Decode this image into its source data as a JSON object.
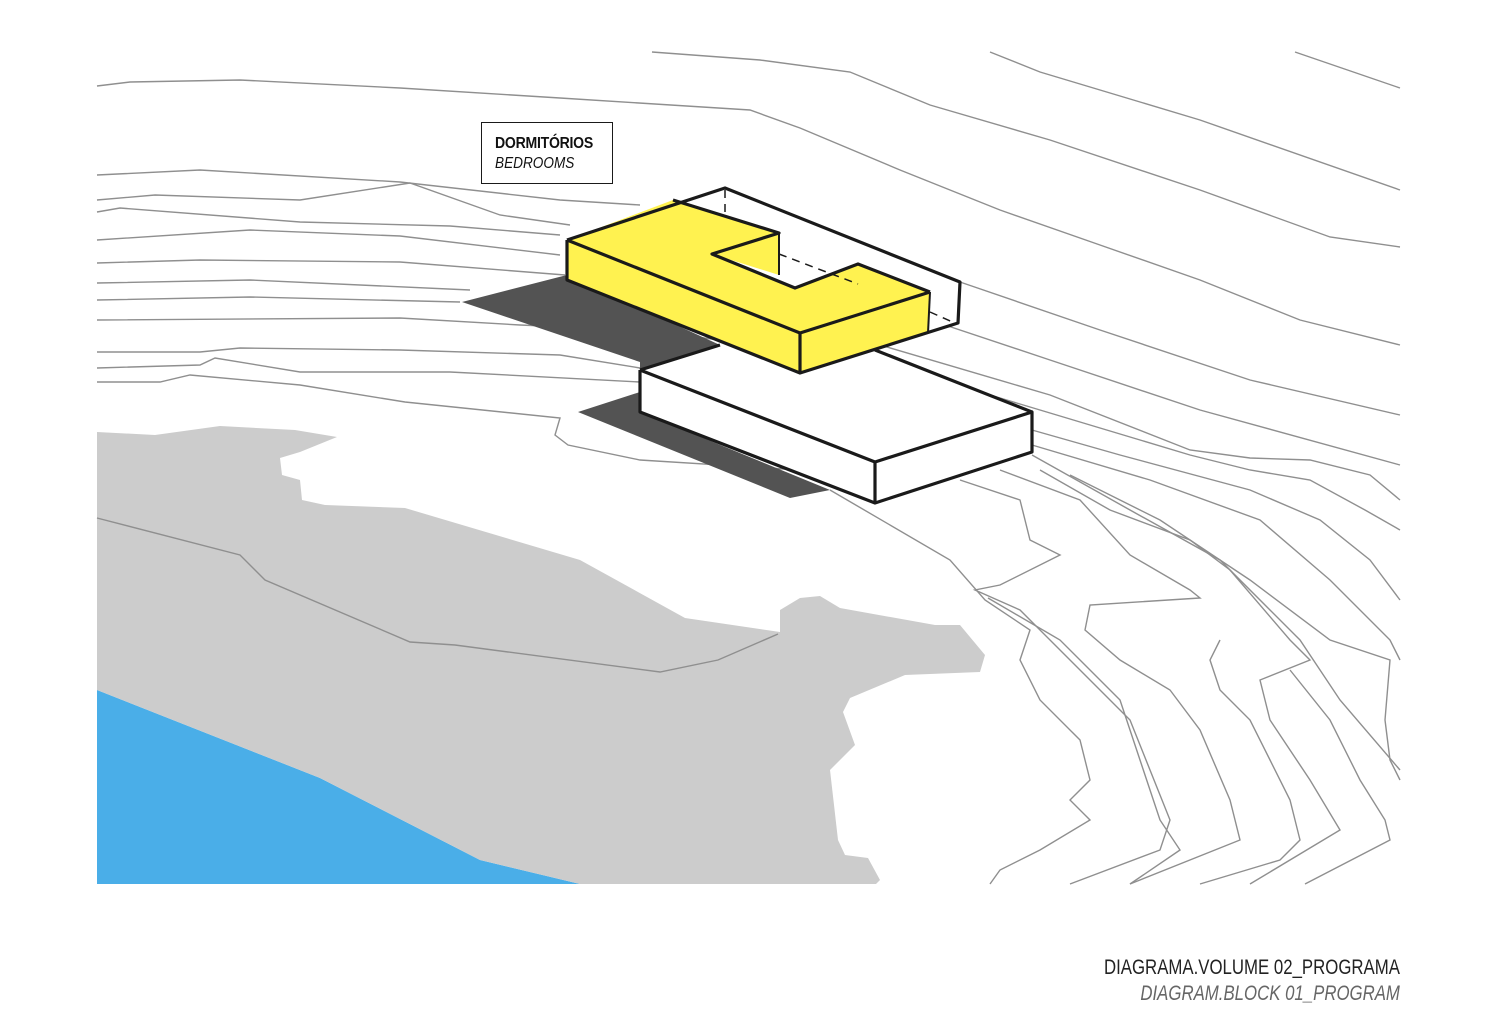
{
  "label": {
    "title": "DORMITÓRIOS",
    "subtitle": "BEDROOMS"
  },
  "caption": {
    "line1": "DIAGRAMA.VOLUME 02_PROGRAMA",
    "line2": "DIAGRAM.BLOCK 01_PROGRAM"
  },
  "colors": {
    "highlight": "#fff250",
    "land": "#cccccc",
    "water": "#4aaee8",
    "shadow": "#535353",
    "contour": "#8f8f8f"
  }
}
